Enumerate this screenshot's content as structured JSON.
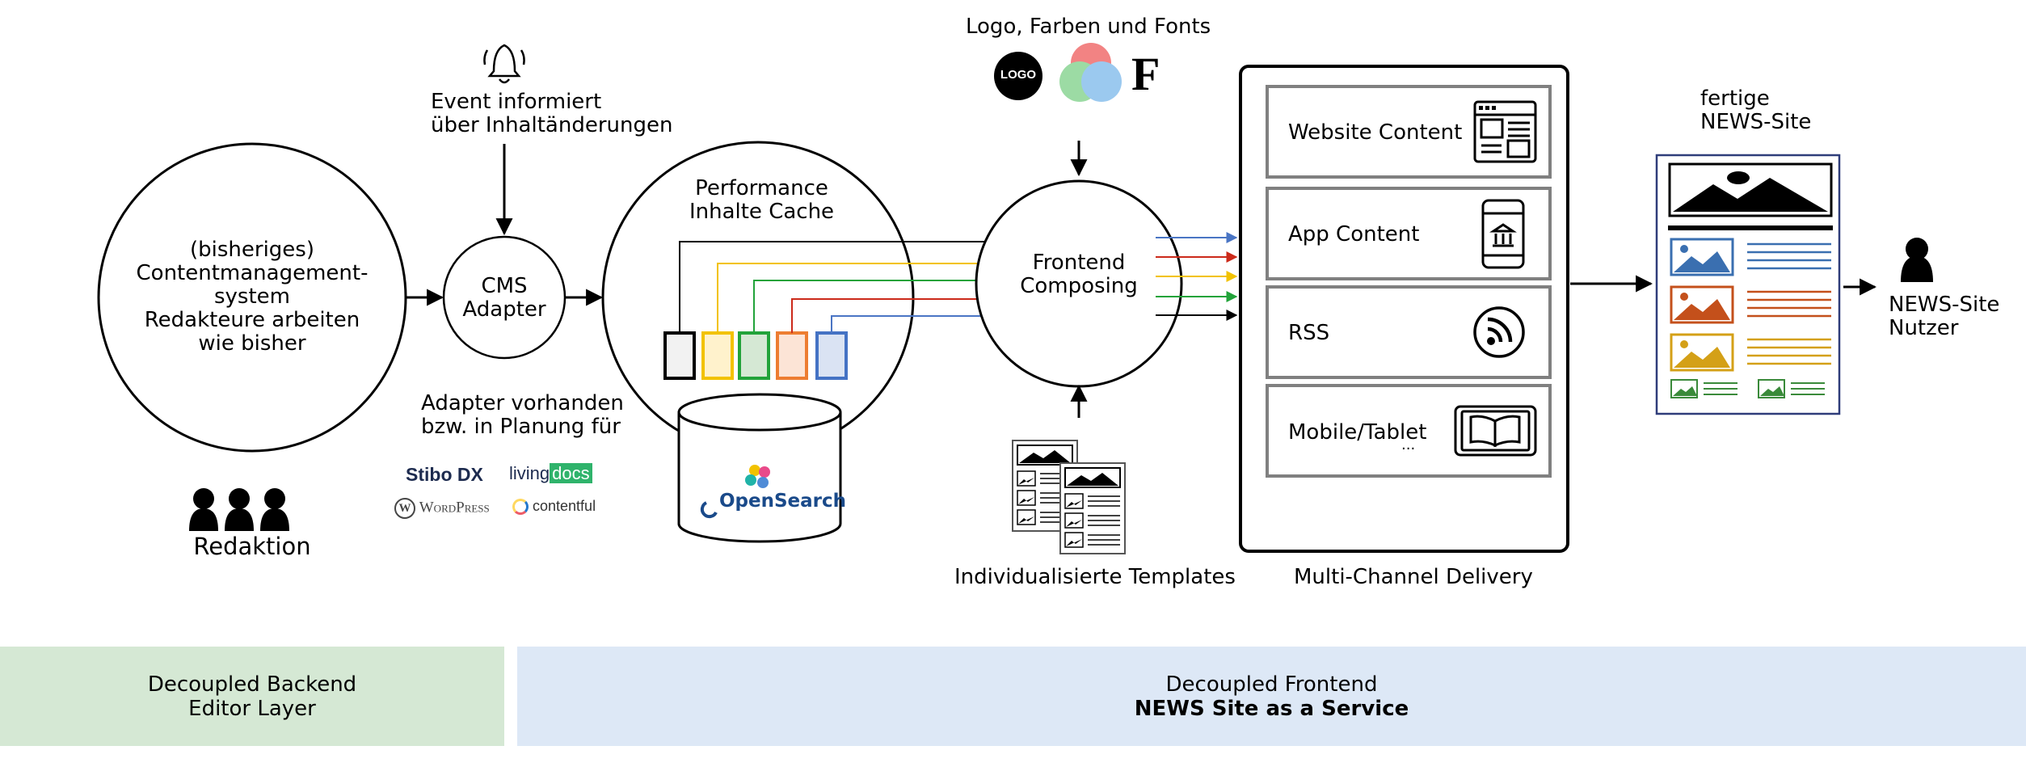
{
  "legacy_cms": {
    "lines": [
      "(bisheriges)",
      "Contentmanagement-",
      "system",
      "Redakteure arbeiten",
      "wie bisher"
    ],
    "team_label": "Redaktion"
  },
  "event": {
    "lines": [
      "Event informiert",
      "über Inhaltänderungen"
    ],
    "icon": "bell-icon"
  },
  "adapter": {
    "lines": [
      "CMS",
      "Adapter"
    ],
    "caption_lines": [
      "Adapter vorhanden",
      "bzw. in Planung für"
    ],
    "logos": {
      "stibo": "Stibo DX",
      "livingdocs_a": "living",
      "livingdocs_b": "docs",
      "wordpress": "WordPress",
      "contentful": "contentful"
    }
  },
  "cache": {
    "lines": [
      "Performance",
      "Inhalte Cache"
    ],
    "database_logo": "OpenSearch"
  },
  "composing": {
    "lines": [
      "Frontend",
      "Composing"
    ],
    "branding_label": "Logo, Farben und Fonts",
    "branding_logo": "LOGO",
    "font_glyph": "F",
    "templates_label": "Individualisierte Templates"
  },
  "channels": {
    "label": "Multi-Channel Delivery",
    "items": [
      {
        "label": "Website Content",
        "icon": "website-layout-icon"
      },
      {
        "label": "App Content",
        "icon": "smartphone-icon"
      },
      {
        "label": "RSS",
        "icon": "rss-icon"
      },
      {
        "label": "Mobile/Tablet",
        "extra": "...",
        "icon": "tablet-icon"
      }
    ]
  },
  "news_site": {
    "lines": [
      "fertige",
      "NEWS-Site"
    ]
  },
  "user": {
    "lines": [
      "NEWS-Site",
      "Nutzer"
    ]
  },
  "bands": {
    "backend": {
      "line1": "Decoupled Backend",
      "line2": "Editor Layer"
    },
    "frontend": {
      "line1": "Decoupled Frontend",
      "line2": "NEWS Site as a Service"
    }
  },
  "colors": {
    "stream": [
      "#000000",
      "#f2c200",
      "#22a33a",
      "#cc2a1a",
      "#4a75c4"
    ],
    "block_fill": [
      "#f2f2f2",
      "#fff2cc",
      "#d5e8d4",
      "#fce4d6",
      "#dae3f3"
    ],
    "block_border": [
      "#000000",
      "#f2c200",
      "#22a33a",
      "#ed7d31",
      "#4472c4"
    ],
    "band_backend": "#d5e8d4",
    "band_frontend": "#dde8f6",
    "livingdocs_green": "#2fb36b",
    "news_frame": "#2f3d7a"
  }
}
